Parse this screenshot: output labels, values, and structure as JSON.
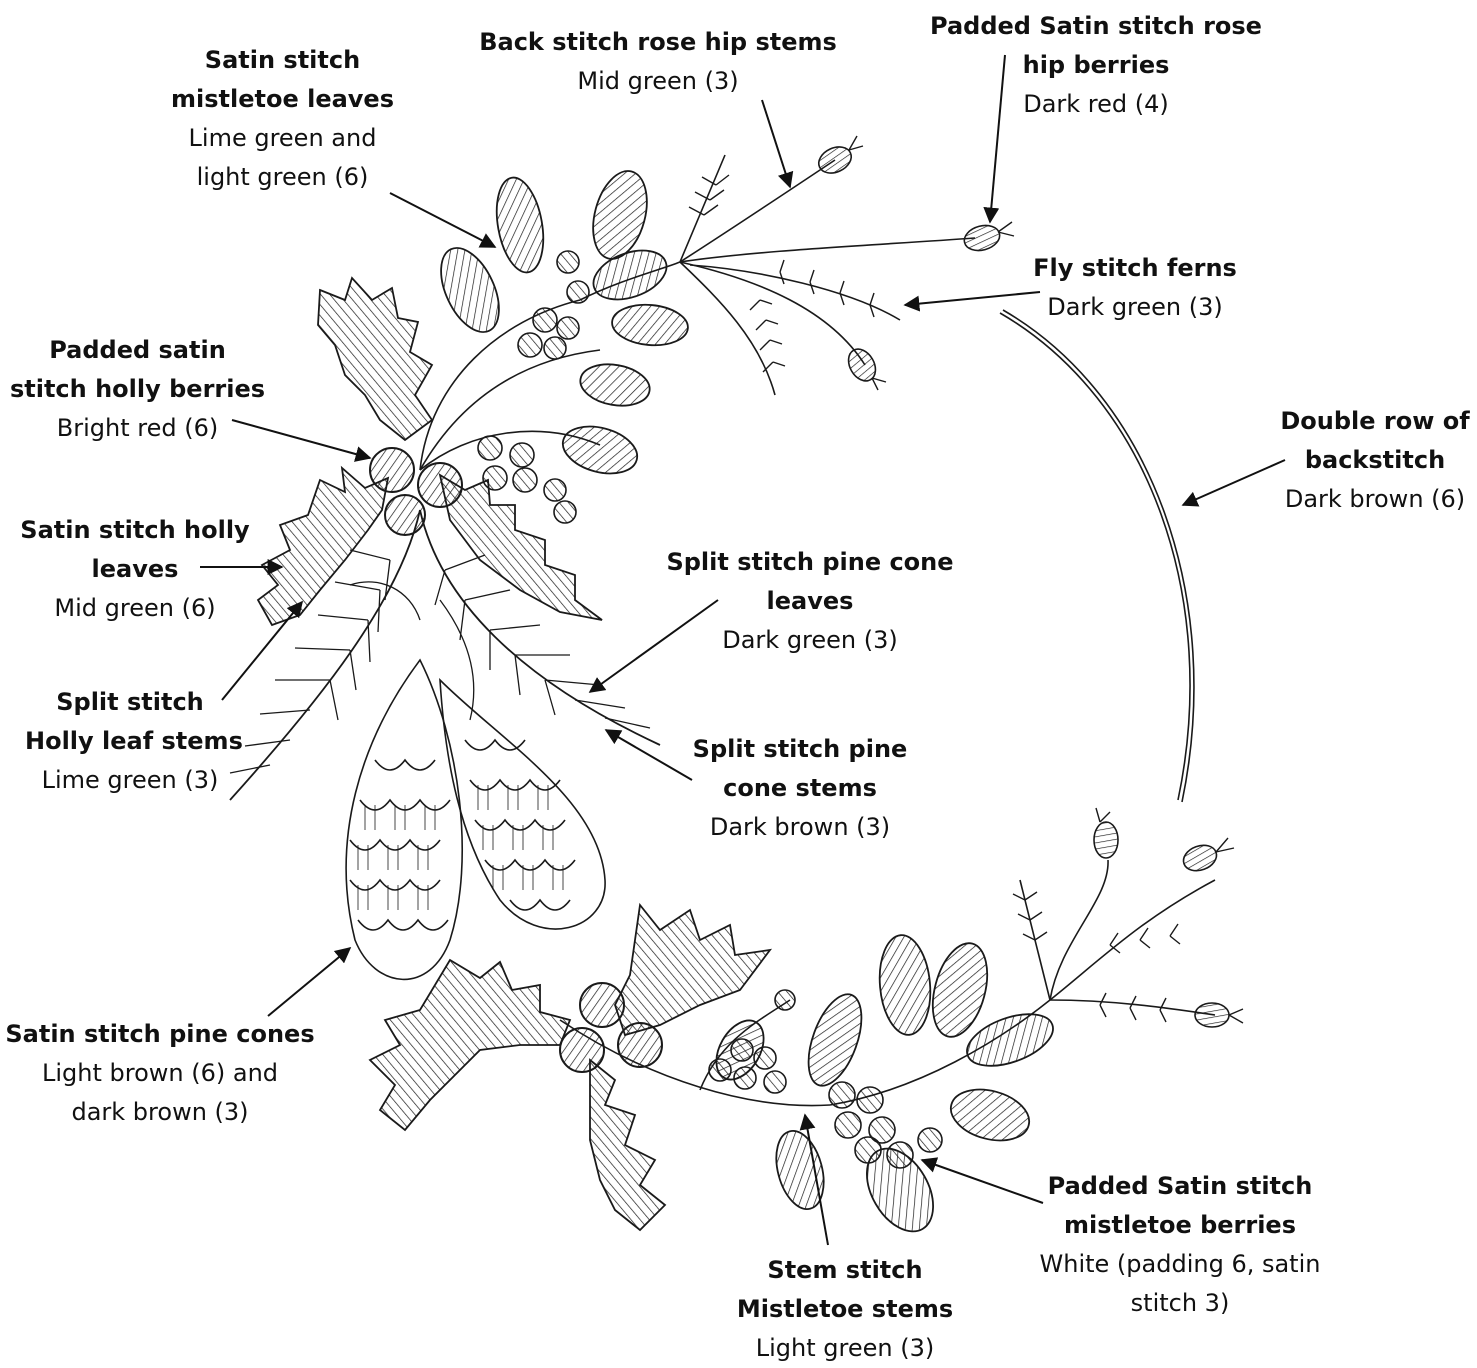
{
  "colors": {
    "ink": "#111111",
    "line": "#1a1a1a",
    "background": "#ffffff"
  },
  "labels": {
    "mistletoe_leaves": {
      "title": [
        "Satin stitch",
        "mistletoe leaves"
      ],
      "color": [
        "Lime green and",
        "light green (6)"
      ]
    },
    "rose_hip_stems": {
      "title": [
        "Back stitch rose hip stems"
      ],
      "color": [
        "Mid green (3)"
      ]
    },
    "rose_hip_berries": {
      "title": [
        "Padded Satin stitch rose",
        "hip berries"
      ],
      "color": [
        "Dark red (4)"
      ]
    },
    "ferns": {
      "title": [
        "Fly stitch ferns"
      ],
      "color": [
        "Dark green (3)"
      ]
    },
    "holly_berries": {
      "title": [
        "Padded satin",
        "stitch holly berries"
      ],
      "color": [
        "Bright red (6)"
      ]
    },
    "backstitch_ring": {
      "title": [
        "Double row of",
        "backstitch"
      ],
      "color": [
        "Dark brown (6)"
      ]
    },
    "holly_leaves": {
      "title": [
        "Satin stitch holly",
        "leaves"
      ],
      "color": [
        "Mid green (6)"
      ]
    },
    "pine_cone_leaves": {
      "title": [
        "Split stitch pine cone",
        "leaves"
      ],
      "color": [
        "Dark green (3)"
      ]
    },
    "holly_leaf_stems": {
      "title": [
        "Split stitch",
        "Holly leaf stems"
      ],
      "color": [
        "Lime green (3)"
      ]
    },
    "pine_cone_stems": {
      "title": [
        "Split stitch pine",
        "cone stems"
      ],
      "color": [
        "Dark brown (3)"
      ]
    },
    "pine_cones": {
      "title": [
        "Satin stitch pine cones"
      ],
      "color": [
        "Light brown (6) and",
        "dark brown (3)"
      ]
    },
    "mistletoe_berries": {
      "title": [
        "Padded Satin stitch",
        "mistletoe berries"
      ],
      "color": [
        "White (padding 6, satin",
        "stitch 3)"
      ]
    },
    "mistletoe_stems": {
      "title": [
        "Stem stitch",
        "Mistletoe stems"
      ],
      "color": [
        "Light green (3)"
      ]
    }
  }
}
